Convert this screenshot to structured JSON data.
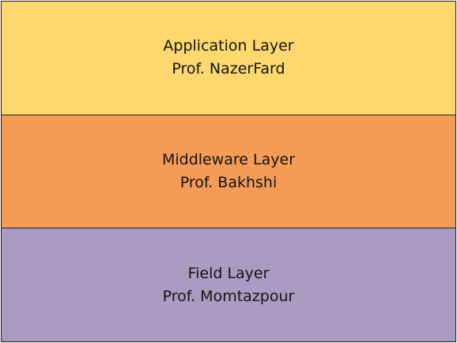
{
  "diagram": {
    "layers": [
      {
        "name": "Application Layer",
        "owner": "Prof. NazerFard",
        "color": "#FCD86E"
      },
      {
        "name": "Middleware Layer",
        "owner": "Prof. Bakhshi",
        "color": "#F49B58"
      },
      {
        "name": "Field Layer",
        "owner": "Prof. Momtazpour",
        "color": "#A99BC2"
      }
    ]
  }
}
